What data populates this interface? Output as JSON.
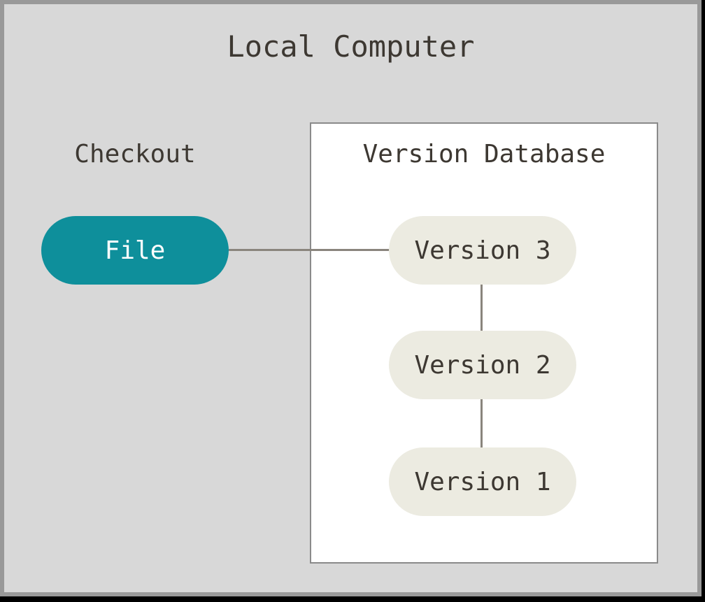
{
  "diagram": {
    "title": "Local Computer",
    "checkout_label": "Checkout",
    "file_node": {
      "label": "File"
    },
    "version_database": {
      "title": "Version Database",
      "versions": [
        "Version 3",
        "Version 2",
        "Version 1"
      ]
    },
    "colors": {
      "background": "#d8d8d8",
      "border": "#999999",
      "box_fill": "#ffffff",
      "box_border": "#8a8a8a",
      "file_fill": "#0e8f9b",
      "file_text": "#ffffff",
      "version_fill": "#ecebe1",
      "text": "#3d3832",
      "line": "#8a857d"
    }
  }
}
